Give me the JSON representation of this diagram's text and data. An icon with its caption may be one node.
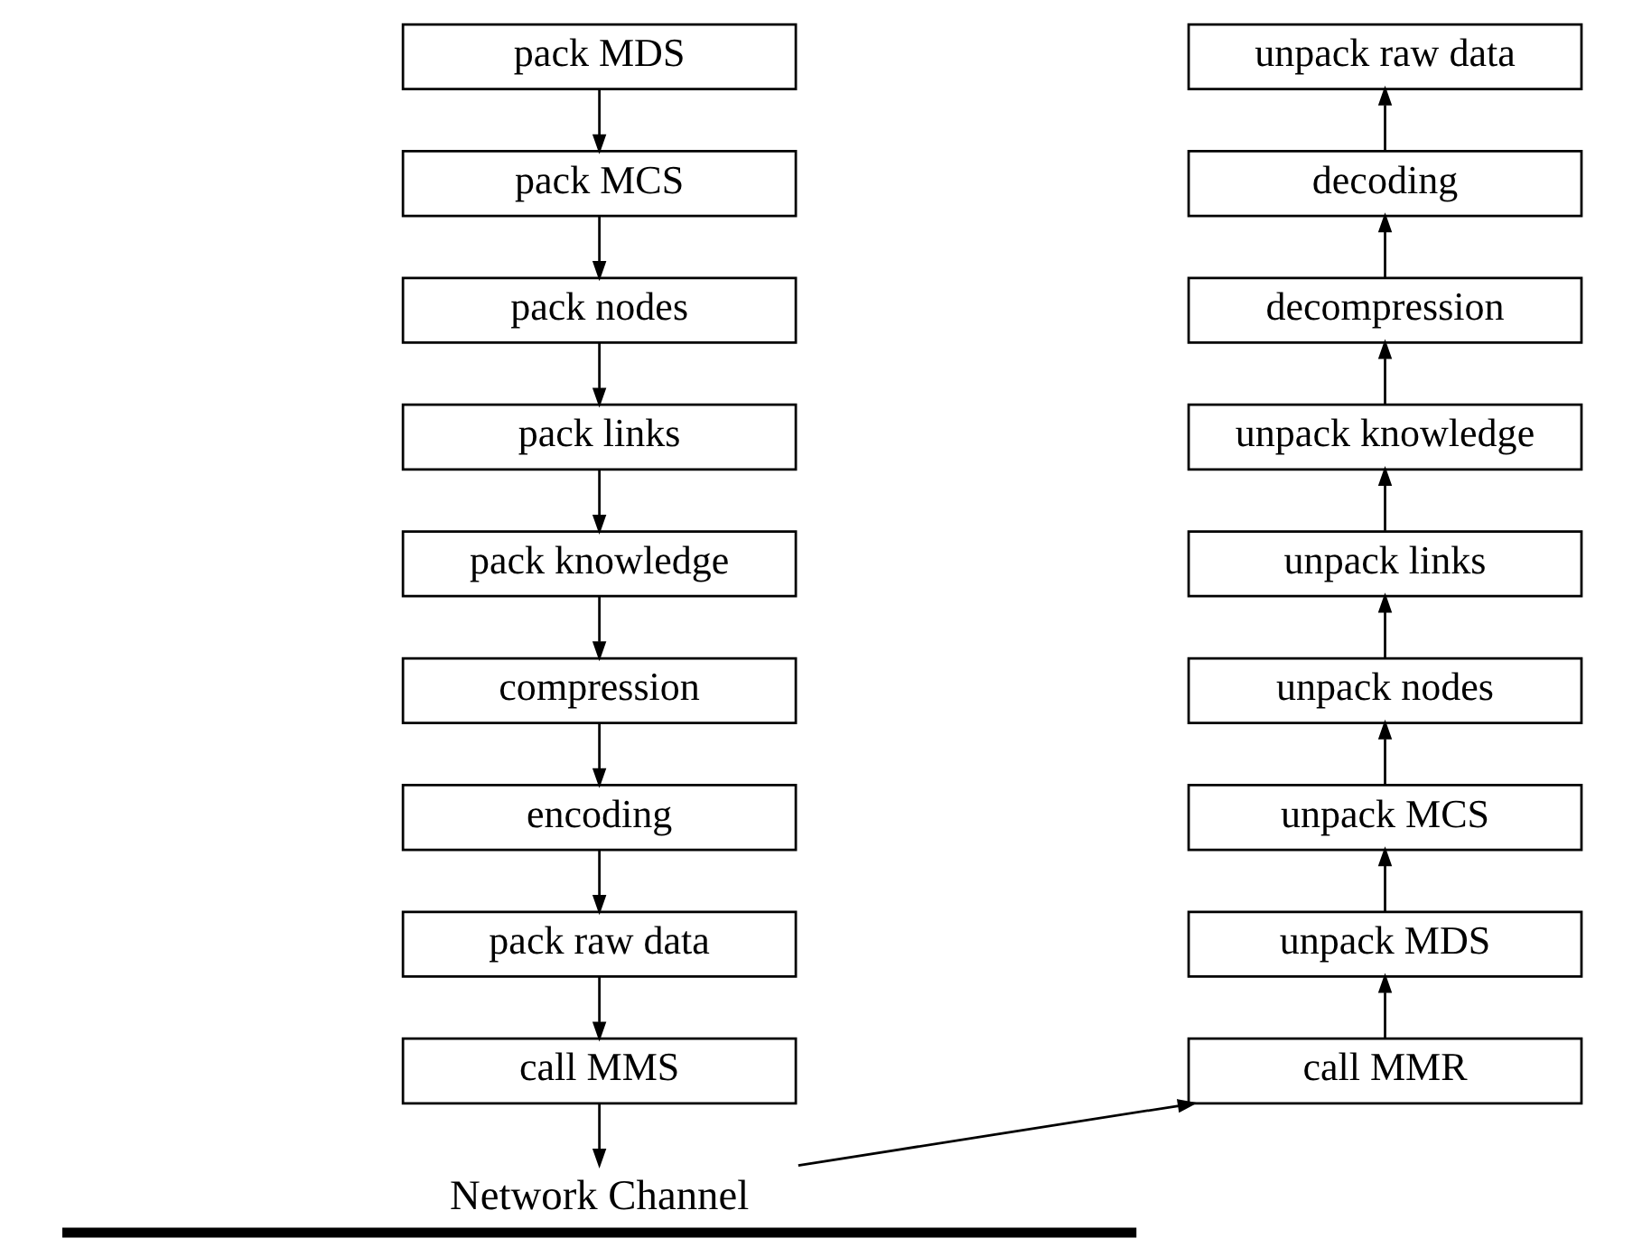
{
  "diagram": {
    "nodes": [
      {
        "text": [
          "pack MDS"
        ]
      },
      {
        "text": [
          "pack MCS"
        ]
      },
      {
        "text": [
          "pack nodes"
        ]
      },
      {
        "text": [
          "pack links"
        ]
      },
      {
        "text": [
          "pack knowledge"
        ]
      },
      {
        "text": [
          "compression"
        ]
      },
      {
        "text": [
          "encoding"
        ]
      },
      {
        "text": [
          "pack raw data"
        ]
      },
      {
        "text": [
          "call MMS"
        ]
      },
      {
        "text": [
          "unpack raw data"
        ]
      },
      {
        "text": [
          "decoding"
        ]
      },
      {
        "text": [
          "decompression"
        ]
      },
      {
        "text": [
          "unpack knowledge"
        ]
      },
      {
        "text": [
          "unpack links"
        ]
      },
      {
        "text": [
          "unpack nodes"
        ]
      },
      {
        "text": [
          "unpack MCS"
        ]
      },
      {
        "text": [
          "unpack MDS"
        ]
      },
      {
        "text": [
          "call MMR"
        ]
      },
      {
        "text": [
          "Network Channel"
        ]
      }
    ],
    "edges": [
      {
        "from": 0,
        "to": 1,
        "arrow": "to"
      },
      {
        "from": 1,
        "to": 2,
        "arrow": "to"
      },
      {
        "from": 2,
        "to": 3,
        "arrow": "to"
      },
      {
        "from": 3,
        "to": 4,
        "arrow": "to"
      },
      {
        "from": 4,
        "to": 5,
        "arrow": "to"
      },
      {
        "from": 5,
        "to": 6,
        "arrow": "to"
      },
      {
        "from": 6,
        "to": 7,
        "arrow": "to"
      },
      {
        "from": 7,
        "to": 8,
        "arrow": "to"
      },
      {
        "from": 8,
        "to": 18,
        "arrow": "to"
      },
      {
        "from": 18,
        "to": 17,
        "arrow": "to"
      },
      {
        "from": 17,
        "to": 16,
        "arrow": "to"
      },
      {
        "from": 16,
        "to": 15,
        "arrow": "to"
      },
      {
        "from": 15,
        "to": 14,
        "arrow": "to"
      },
      {
        "from": 14,
        "to": 13,
        "arrow": "to"
      },
      {
        "from": 13,
        "to": 12,
        "arrow": "to"
      },
      {
        "from": 12,
        "to": 11,
        "arrow": "to"
      },
      {
        "from": 11,
        "to": 10,
        "arrow": "to"
      },
      {
        "from": 10,
        "to": 9,
        "arrow": "to"
      }
    ]
  }
}
